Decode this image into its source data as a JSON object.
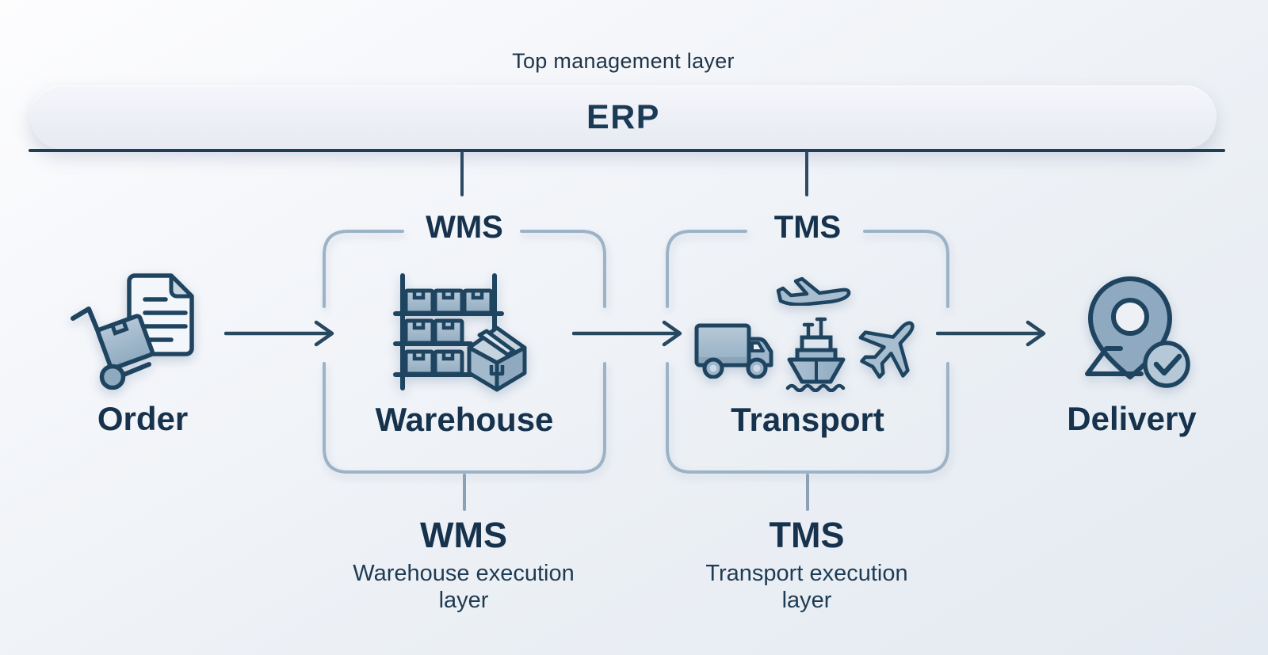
{
  "top": {
    "label": "Top management layer",
    "erp_label": "ERP"
  },
  "order": {
    "label": "Order"
  },
  "wms": {
    "system": "WMS",
    "label": "Warehouse",
    "exec_title": "WMS",
    "exec_subtitle": "Warehouse execution layer"
  },
  "tms": {
    "system": "TMS",
    "label": "Transport",
    "exec_title": "TMS",
    "exec_subtitle": "Transport execution layer"
  },
  "delivery": {
    "label": "Delivery"
  },
  "icons": {
    "order": "handtruck-with-package-and-document-icon",
    "warehouse": "shelf-rack-with-boxes-icon",
    "transport": [
      "cargo-plane-takeoff-icon",
      "truck-icon",
      "ship-icon",
      "airplane-icon"
    ],
    "delivery": "location-pin-with-checkmark-icon",
    "flow": "right-arrow-icon"
  },
  "colors": {
    "text_dark": "#16324c",
    "line_dark": "#1f3d55",
    "arrow": "#27485f",
    "box_border": "#9cb3c7",
    "connector_dark": "#2c4a63",
    "connector_light": "#8ca1b4",
    "icon_outline": "#1f4460",
    "icon_fill": "#9db6cb",
    "icon_fill_light": "#c6d4e0",
    "erp_bar_bg": "#eef0f7"
  }
}
